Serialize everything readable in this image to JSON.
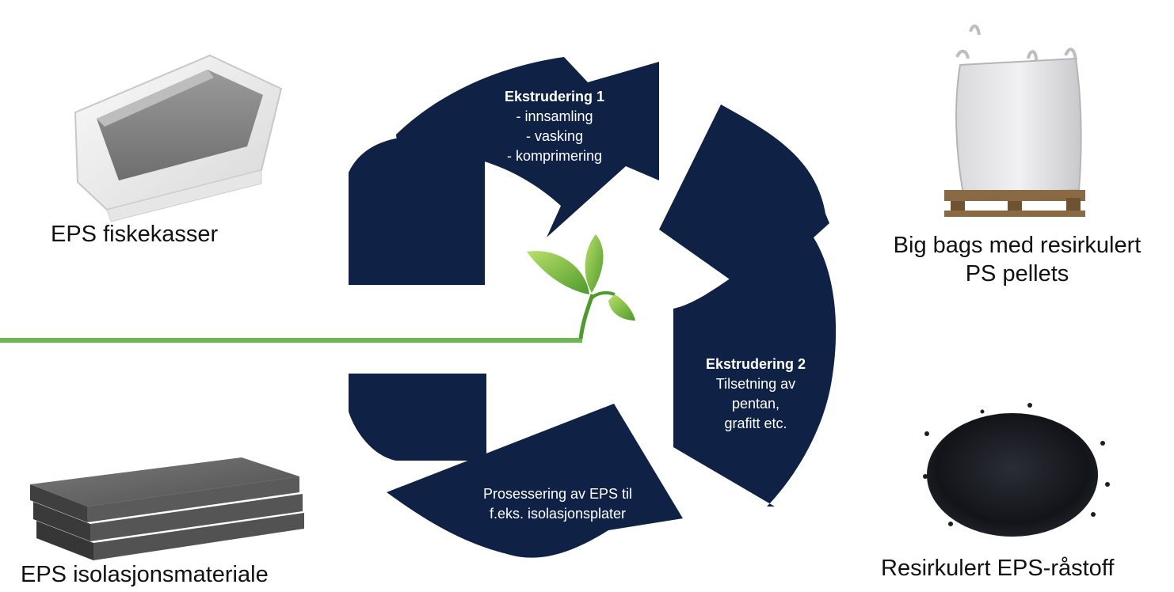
{
  "colors": {
    "arrow": "#0f2144",
    "step_text": "#ffffff",
    "caption_text": "#111111",
    "green_line": "#6ab84f",
    "leaf_light": "#9ccf45",
    "leaf_dark": "#4e9a2a"
  },
  "captions": {
    "fish_boxes": "EPS fiskekasser",
    "big_bags_line1": "Big bags med resirkulert",
    "big_bags_line2": "PS pellets",
    "insulation": "EPS isolasjonsmateriale",
    "raw_material": "Resirkulert EPS-råstoff"
  },
  "steps": {
    "extrusion1": {
      "title": "Ekstrudering 1",
      "lines": [
        "- innsamling",
        "- vasking",
        "- komprimering"
      ]
    },
    "extrusion2": {
      "title": "Ekstrudering 2",
      "lines": [
        "Tilsetning av",
        "pentan,",
        "grafitt etc."
      ]
    },
    "processing": {
      "lines": [
        "Prosessering av EPS til",
        "f.eks. isolasjonsplater"
      ]
    }
  },
  "icons": {
    "fish_box": "eps-fish-box-icon",
    "big_bag": "big-bag-on-pallet-icon",
    "insulation": "insulation-boards-icon",
    "pellets": "black-pellets-icon",
    "plant": "green-sprout-icon"
  }
}
